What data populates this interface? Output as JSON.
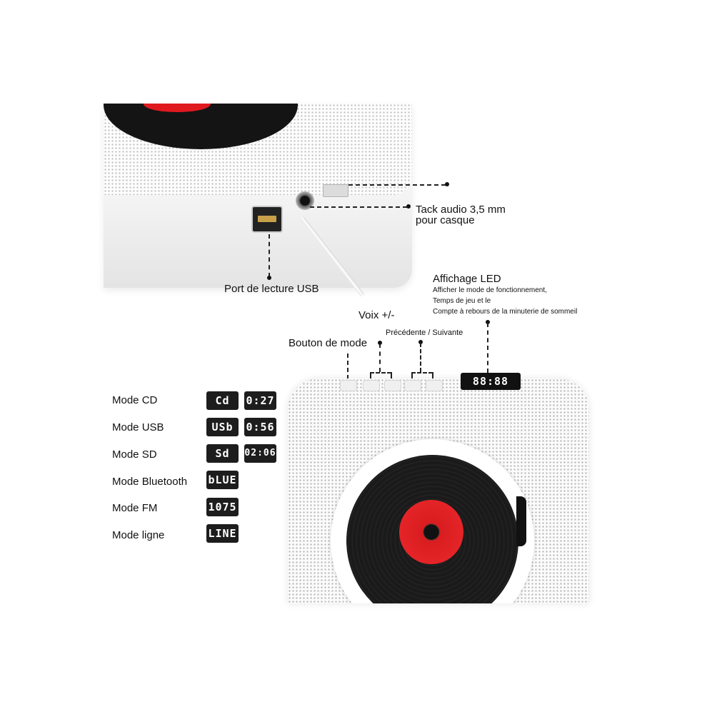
{
  "callouts": {
    "jack": {
      "line1": "Tack audio 3,5 mm",
      "line2": "pour casque"
    },
    "usb_port": "Port de lecture USB",
    "led": {
      "title": "Affichage LED",
      "line1": "Afficher le mode de fonctionnement,",
      "line2": "Temps de jeu et le",
      "line3": "Compte à rebours de la minuterie de sommeil"
    },
    "volume": "Voix +/-",
    "prev_next": "Précédente / Suivante",
    "mode_button": "Bouton de mode"
  },
  "led_screen": "88:88",
  "modes": [
    {
      "label": "Mode CD",
      "displays": [
        "Cd",
        "0:27"
      ]
    },
    {
      "label": "Mode USB",
      "displays": [
        "USb",
        "0:56"
      ]
    },
    {
      "label": "Mode SD",
      "displays": [
        "Sd",
        "02:06"
      ]
    },
    {
      "label": "Mode Bluetooth",
      "displays": [
        "bLUE"
      ]
    },
    {
      "label": "Mode FM",
      "displays": [
        "1075"
      ]
    },
    {
      "label": "Mode ligne",
      "displays": [
        "LINE"
      ]
    }
  ],
  "colors": {
    "disc_label": "#e0191e",
    "device_body": "#fbfbfb",
    "display_bg": "#1d1d1d"
  }
}
